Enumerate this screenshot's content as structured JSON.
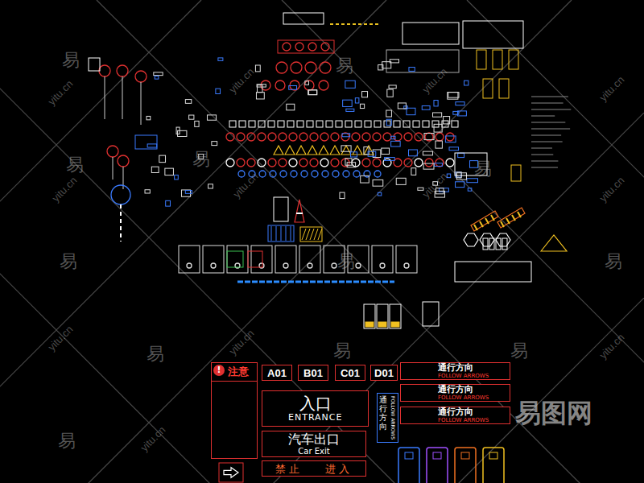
{
  "diagram": {
    "nodes": [
      {
        "text": [
          "注意"
        ]
      },
      {
        "text": [
          "A01"
        ]
      },
      {
        "text": [
          "B01"
        ]
      },
      {
        "text": [
          "C01"
        ]
      },
      {
        "text": [
          "D01"
        ]
      },
      {
        "text": [
          "入口",
          "ENTRANCE"
        ]
      },
      {
        "text": [
          "汽车出口",
          "Car Exit"
        ]
      },
      {
        "text": [
          "禁止",
          "进入"
        ]
      },
      {
        "text": [
          "通行方向",
          "FOLLOW ARROWS"
        ]
      },
      {
        "text": [
          "通行方向",
          "FOLLOW ARROWS"
        ]
      },
      {
        "text": [
          "通行方向",
          "FOLLOW ARROWS"
        ]
      },
      {
        "text": [
          "通行方向",
          "FOLLOW ARROWS"
        ]
      }
    ],
    "labels": [
      "!",
      "易",
      "易",
      "易",
      "易",
      "易",
      "易",
      "易",
      "易",
      "易",
      "易",
      "易",
      "易",
      "yitu.cn",
      "yitu.cn",
      "yitu.cn",
      "yitu.cn",
      "yitu.cn",
      "yitu.cn",
      "yitu.cn",
      "yitu.cn",
      "yitu.cn",
      "yitu.cn",
      "yitu.cn",
      "yitu.cn",
      "易图网"
    ]
  }
}
